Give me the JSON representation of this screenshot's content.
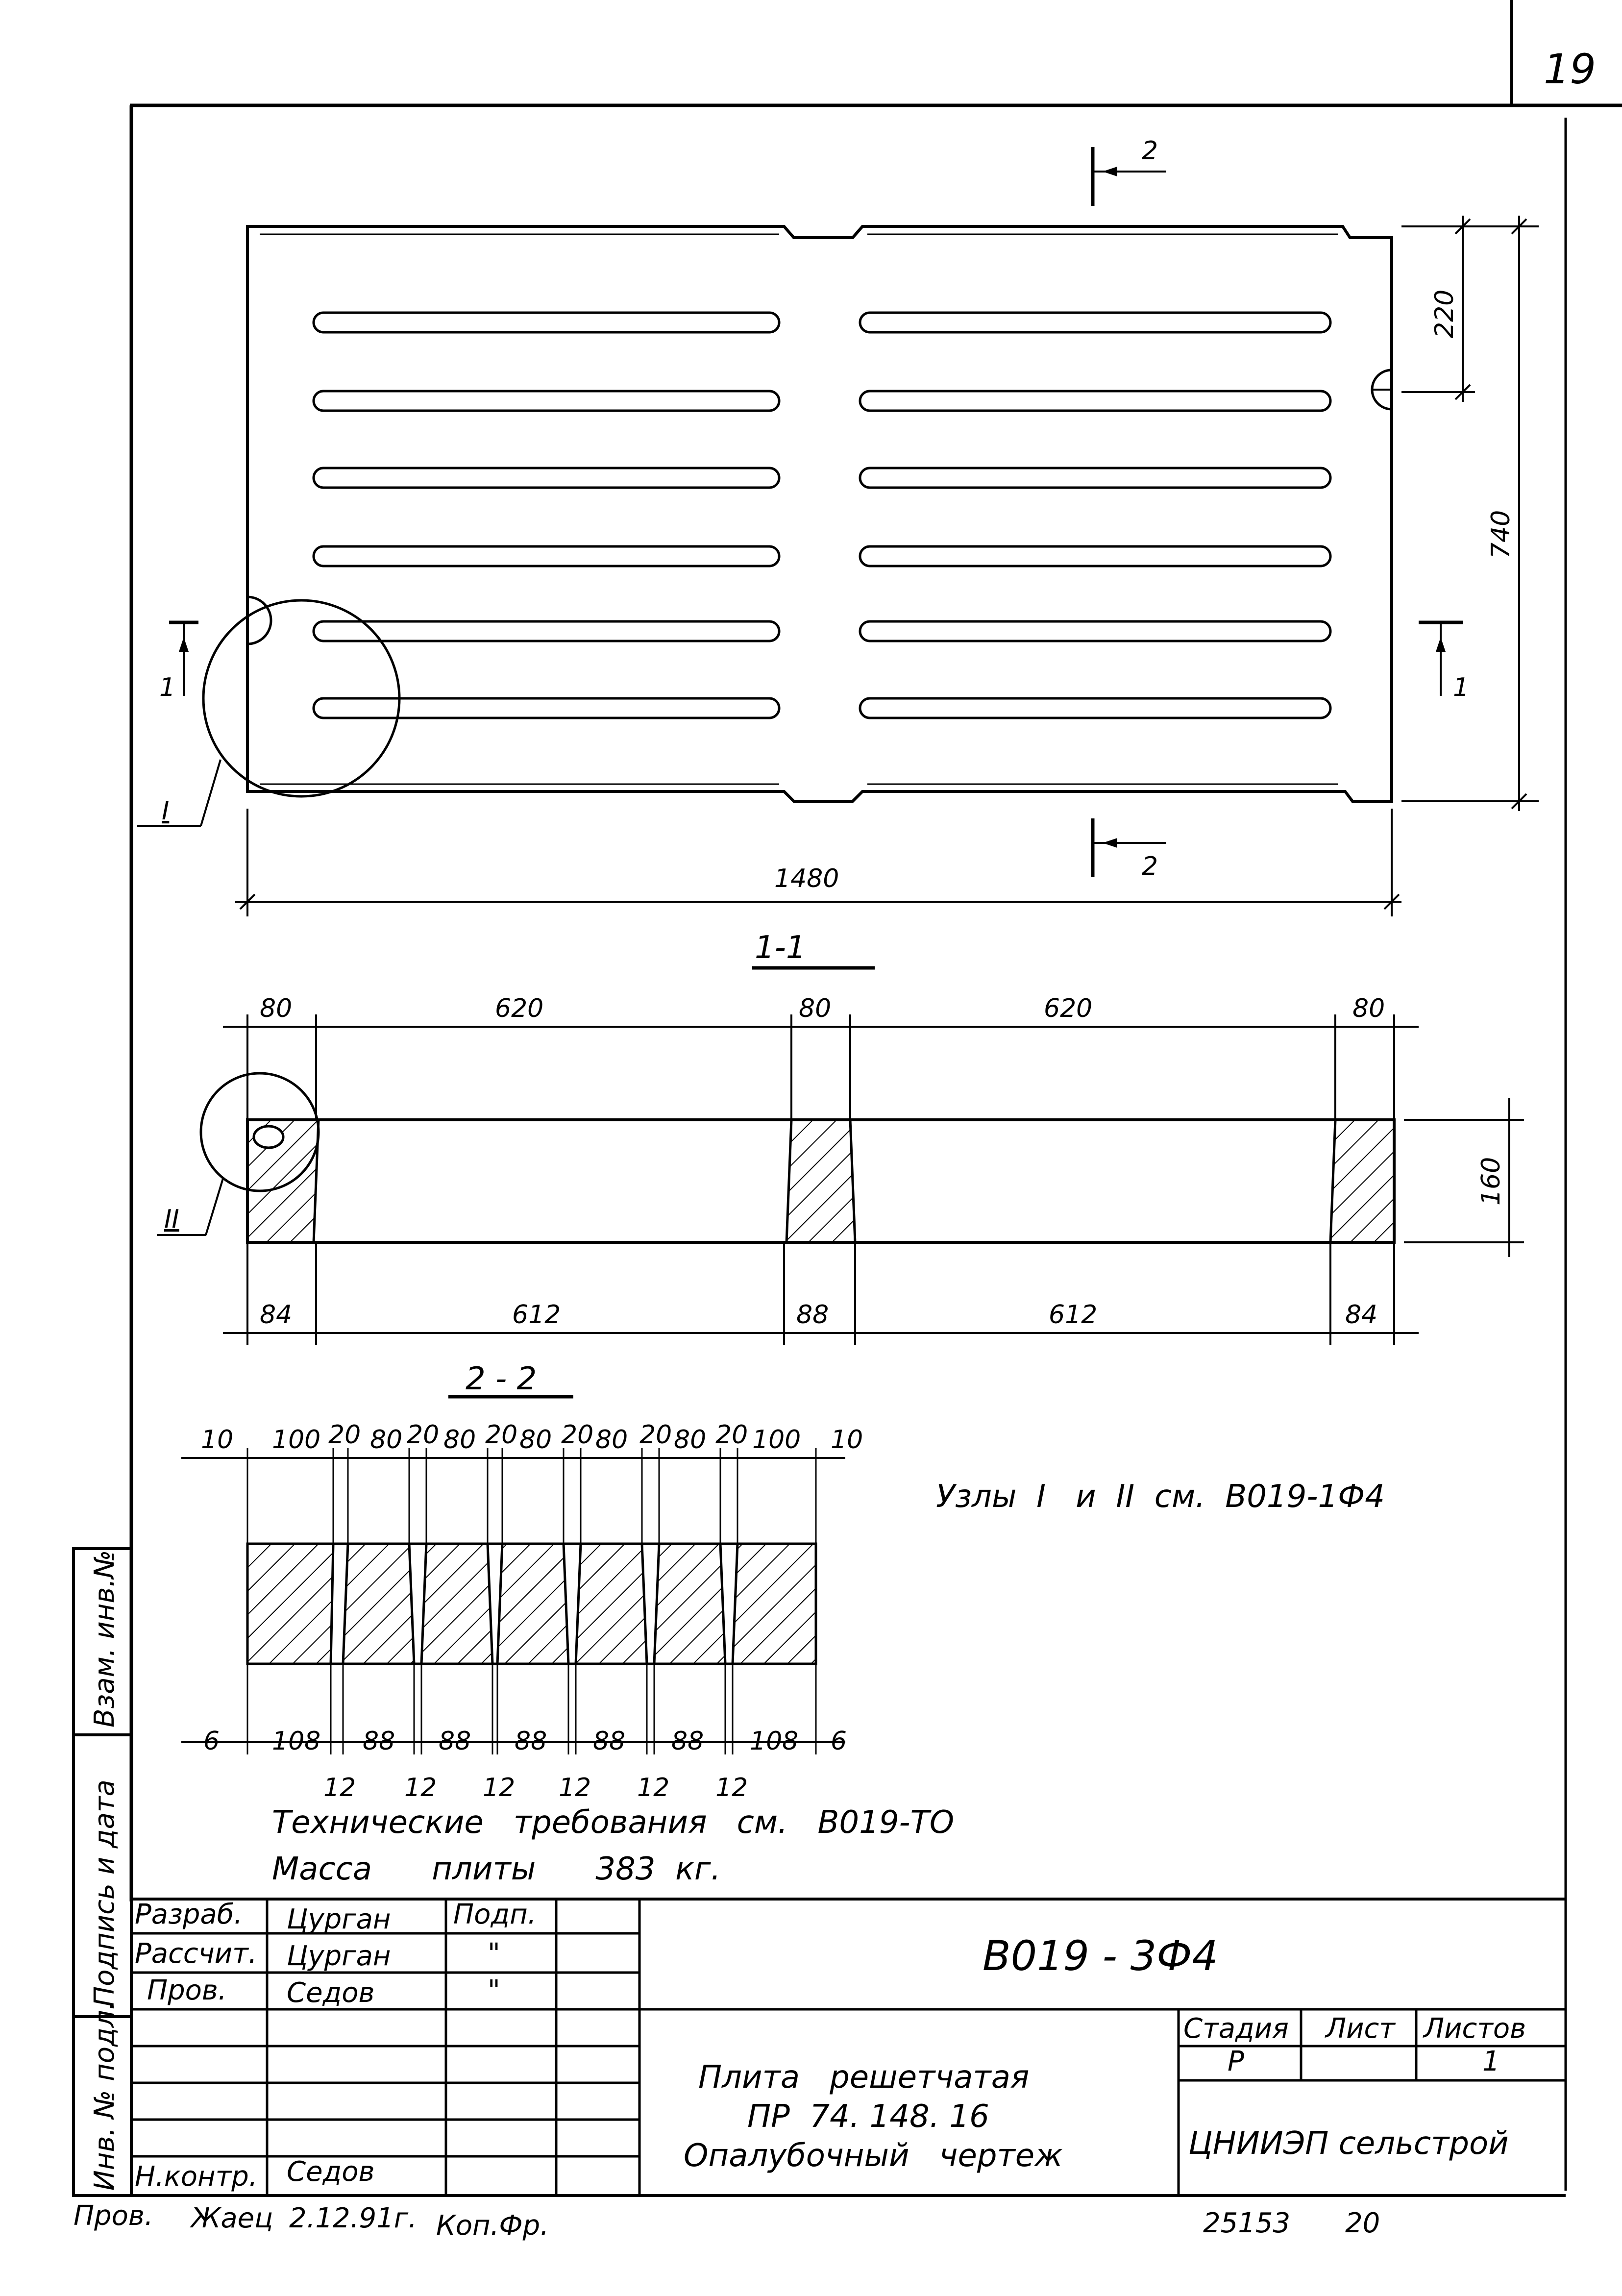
{
  "page_number": "19",
  "plan": {
    "dim_width": "1480",
    "dim_height": "740",
    "dim_top_offset": "220",
    "section_mark_1": "1",
    "section_mark_2": "2",
    "node_label": "I"
  },
  "section_1_1": {
    "title": "1-1",
    "top_dims": [
      "80",
      "620",
      "80",
      "620",
      "80"
    ],
    "bottom_dims": [
      "84",
      "612",
      "88",
      "612",
      "84"
    ],
    "height_dim": "160",
    "node_label": "II"
  },
  "section_2_2": {
    "title": "2 - 2",
    "top_dims": [
      "10",
      "100",
      "20",
      "80",
      "20",
      "80",
      "20",
      "80",
      "20",
      "80",
      "20",
      "80",
      "20",
      "100",
      "10"
    ],
    "bottom_dims": [
      "6",
      "108",
      "88",
      "88",
      "88",
      "88",
      "88",
      "108",
      "6"
    ],
    "gap_dims": [
      "12",
      "12",
      "12",
      "12",
      "12",
      "12"
    ]
  },
  "notes": {
    "nodes_ref": "Узлы  I   и  II  см.  В019-1Ф4",
    "tech_req": "Технические   требования   см.   В019-ТО",
    "mass": "Масса      плиты      383  кг."
  },
  "left_strip": [
    "Взам. инв.№",
    "Подпись и дата",
    "Инв. № подл."
  ],
  "title_block": {
    "rows": [
      {
        "role": "Разраб.",
        "name": "Цурган",
        "sign": "Подп."
      },
      {
        "role": "Рассчит.",
        "name": "Цурган",
        "sign": "\""
      },
      {
        "role": "Пров.",
        "name": "Седов",
        "sign": "\""
      }
    ],
    "nkontr_role": "Н.контр.",
    "nkontr_name": "Седов",
    "doc_code": "В019 - 3Ф4",
    "description_lines": [
      "Плита   решетчатая",
      "ПР  74. 148. 16",
      "Опалубочный   чертеж"
    ],
    "stage_header": "Стадия",
    "sheet_header": "Лист",
    "sheets_header": "Листов",
    "stage_value": "Р",
    "sheets_value": "1",
    "organization": "ЦНИИЭП сельстрой"
  },
  "footer": {
    "left": "Пров.",
    "signature": "Жаец",
    "date": "2.12.91г.",
    "copy": "Коп.Фр.",
    "archive_number": "25153",
    "format": "20"
  }
}
